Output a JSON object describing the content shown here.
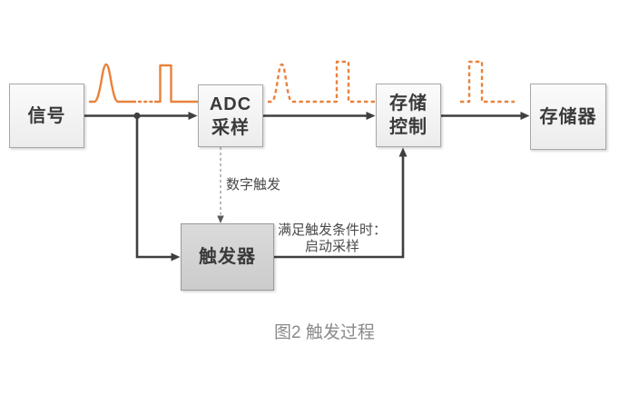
{
  "figure": {
    "caption": "图2 触发过程"
  },
  "blocks": {
    "signal": {
      "label": "信号"
    },
    "adc": {
      "line1": "ADC",
      "line2": "采样"
    },
    "storage_control": {
      "line1": "存储",
      "line2": "控制"
    },
    "memory": {
      "label": "存储器"
    },
    "trigger": {
      "label": "触发器"
    }
  },
  "annotations": {
    "digital_trigger": "数字触发",
    "condition_line1": "满足触发条件时：",
    "condition_line2": "启动采样"
  },
  "colors": {
    "waveform_orange": "#E8823C",
    "arrow_dark": "#3F3F3F",
    "dashed_gray": "#9E9E9E",
    "box_border": "#A8A8A8",
    "box_fill": "#F2F2F2",
    "trigger_fill": "#D3D3D3",
    "label_dark": "#3A3A3A",
    "caption_gray": "#8A8A8A"
  }
}
